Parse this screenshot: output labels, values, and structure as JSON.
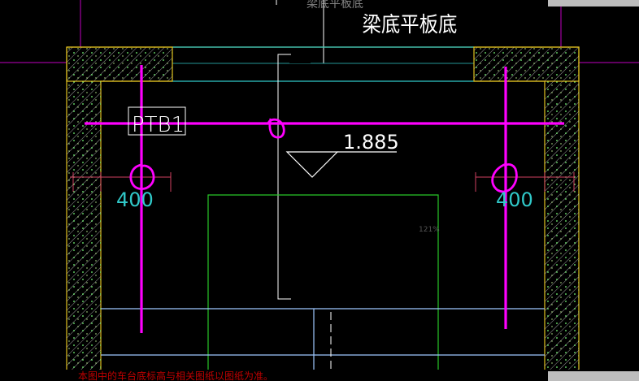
{
  "labels": {
    "top_cut_text": "梁底平板底",
    "beam_bottom": "梁底平板底",
    "slab_tag": "PTB1",
    "elevation": "1.885",
    "dim_left": "400",
    "dim_right": "400",
    "small_mark": "121%",
    "bottom_note": "本图中的车台底标高与相关图纸以图纸为准。"
  },
  "colors": {
    "background": "#000000",
    "magenta": "#ff00ff",
    "yellow": "#e0c020",
    "cyan": "#30c8c8",
    "green": "#28c828",
    "white": "#ffffff",
    "hatch": "#c8c8c8",
    "red_text": "#c00000",
    "light_blue": "#9ec8ff"
  }
}
